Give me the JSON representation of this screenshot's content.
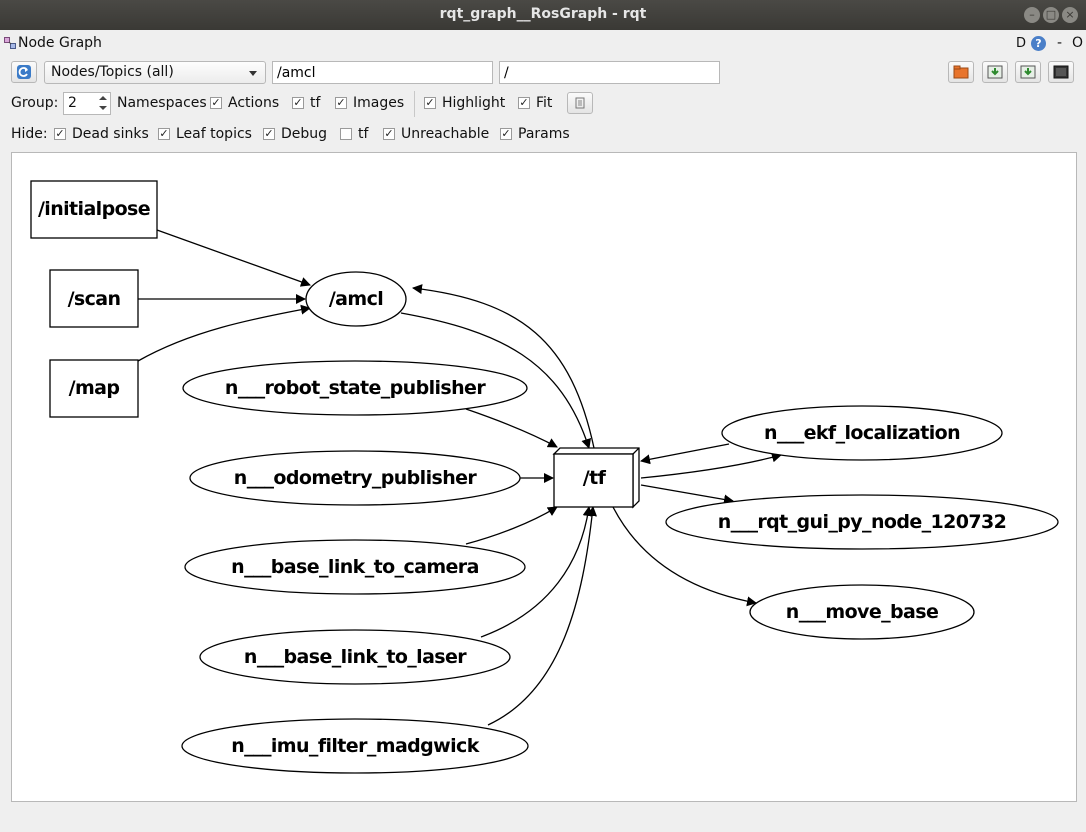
{
  "window": {
    "title": "rqt_graph__RosGraph - rqt"
  },
  "panel": {
    "title": "Node Graph",
    "d_label": "D",
    "help_label": "?",
    "minimize_label": "-",
    "close_label": "O"
  },
  "toolbar": {
    "mode_selected": "Nodes/Topics (all)",
    "filter_include": "/amcl",
    "filter_exclude": "/"
  },
  "options": {
    "group_label": "Group:",
    "group_value": "2",
    "namespaces_label": "Namespaces",
    "actions_label": "Actions",
    "tf_label": "tf",
    "images_label": "Images",
    "highlight_label": "Highlight",
    "fit_label": "Fit"
  },
  "hide": {
    "label": "Hide:",
    "dead_sinks_label": "Dead sinks",
    "leaf_topics_label": "Leaf topics",
    "debug_label": "Debug",
    "tf_label": "tf",
    "unreachable_label": "Unreachable",
    "params_label": "Params"
  },
  "checkbox_states": {
    "actions": true,
    "tf": true,
    "images": true,
    "highlight": true,
    "fit": true,
    "dead_sinks": true,
    "leaf_topics": true,
    "debug": true,
    "hide_tf": false,
    "unreachable": true,
    "params": true
  },
  "graph": {
    "topics": [
      "/initialpose",
      "/scan",
      "/map",
      "/tf"
    ],
    "nodes": [
      "/amcl",
      "n___robot_state_publisher",
      "n___odometry_publisher",
      "n___base_link_to_camera",
      "n___base_link_to_laser",
      "n___imu_filter_madgwick",
      "n___ekf_localization",
      "n___rqt_gui_py_node_120732",
      "n___move_base"
    ]
  },
  "colors": {
    "titlebar": "#3a3935",
    "canvas": "#ffffff",
    "panel": "#efefef"
  }
}
